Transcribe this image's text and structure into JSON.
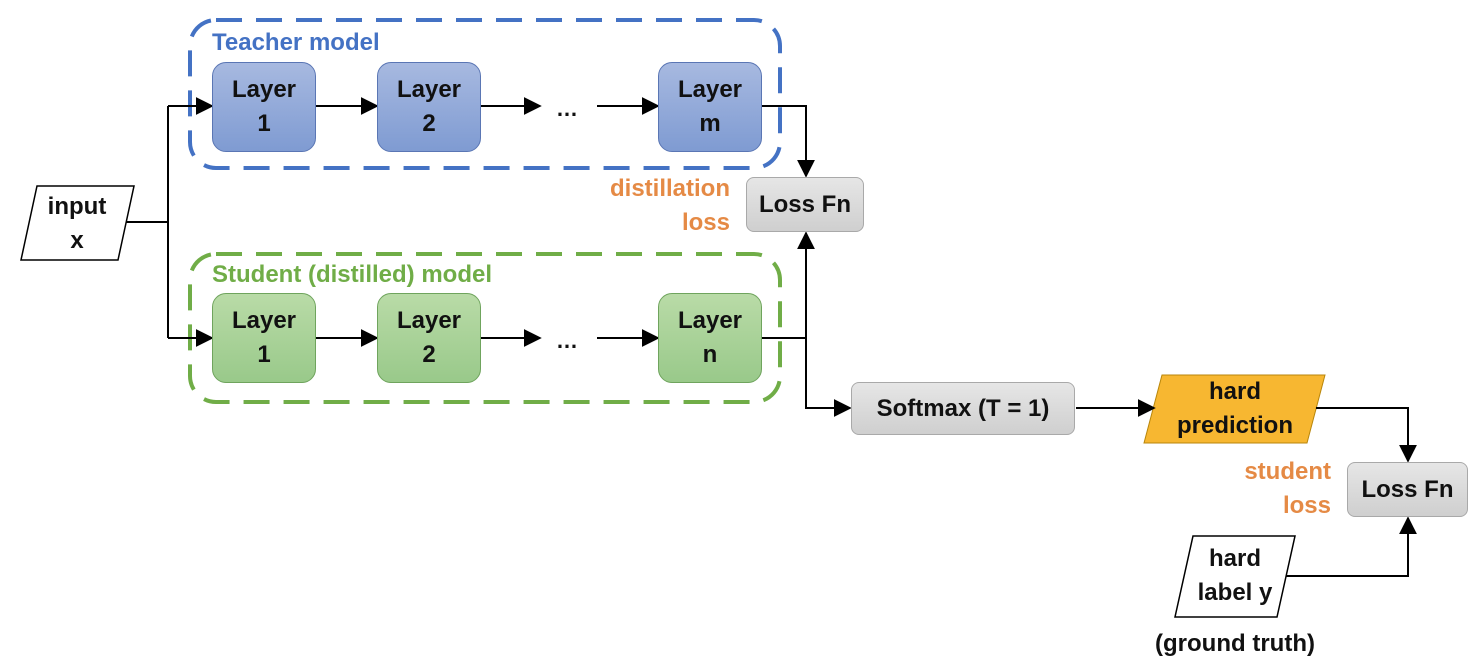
{
  "input": {
    "line1": "input",
    "line2": "x"
  },
  "teacher": {
    "label": "Teacher model",
    "layers": [
      {
        "line1": "Layer",
        "line2": "1"
      },
      {
        "line1": "Layer",
        "line2": "2"
      },
      {
        "line1": "Layer",
        "line2": "m"
      }
    ],
    "ellipsis": "…"
  },
  "student": {
    "label": "Student (distilled) model",
    "layers": [
      {
        "line1": "Layer",
        "line2": "1"
      },
      {
        "line1": "Layer",
        "line2": "2"
      },
      {
        "line1": "Layer",
        "line2": "n"
      }
    ],
    "ellipsis": "…"
  },
  "distillation_loss": {
    "line1": "distillation",
    "line2": "loss",
    "box": "Loss Fn"
  },
  "softmax": "Softmax (T = 1)",
  "hard_prediction": {
    "line1": "hard",
    "line2": "prediction"
  },
  "student_loss": {
    "line1": "student",
    "line2": "loss",
    "box": "Loss Fn"
  },
  "hard_label": {
    "line1": "hard",
    "line2": "label y"
  },
  "ground_truth": "(ground truth)",
  "colors": {
    "teacher_accent": "#4472c4",
    "student_accent": "#70ad47",
    "loss_text": "#e58a45",
    "hard_prediction_fill": "#f7b731"
  }
}
